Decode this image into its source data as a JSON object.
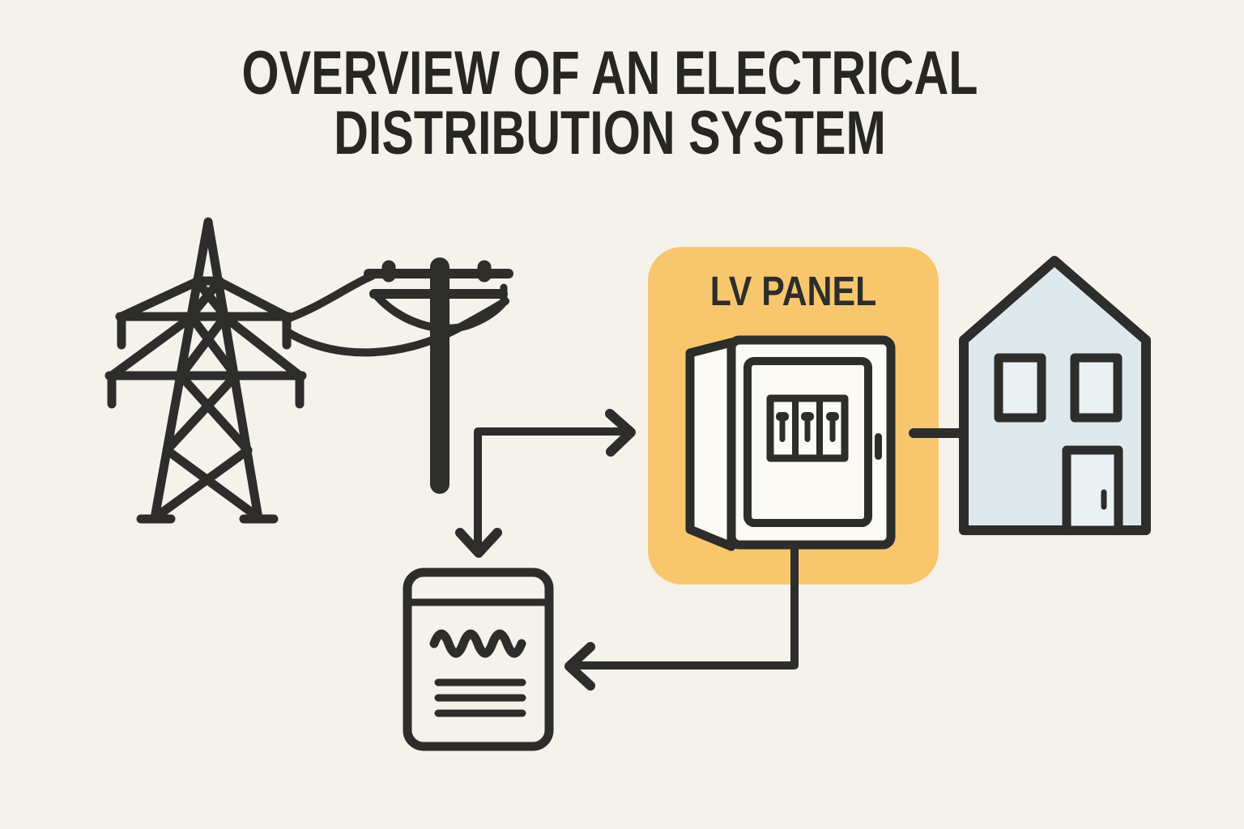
{
  "title": {
    "line1": "OVERVIEW OF AN ELECTRICAL",
    "line2": "DISTRIBUTION SYSTEM"
  },
  "lv_panel": {
    "label": "LV PANEL"
  },
  "diagram": {
    "nodes": [
      {
        "id": "transmission-tower",
        "type": "icon",
        "description": "high-voltage lattice transmission tower"
      },
      {
        "id": "utility-pole",
        "type": "icon",
        "description": "distribution utility pole with insulators and sagging wires"
      },
      {
        "id": "lv-panel",
        "type": "highlighted-box",
        "label": "LV PANEL",
        "description": "low-voltage switchboard cabinet with three breakers"
      },
      {
        "id": "house",
        "type": "icon",
        "description": "residential house with two windows and a door"
      },
      {
        "id": "meter-document",
        "type": "icon",
        "description": "document with waveform and text lines"
      }
    ],
    "connections": [
      {
        "from": "utility-pole",
        "to": "lv-panel",
        "style": "arrow",
        "direction": "right"
      },
      {
        "from": "utility-pole",
        "to": "meter-document",
        "style": "arrow",
        "direction": "down"
      },
      {
        "from": "lv-panel",
        "to": "house",
        "style": "plain-line",
        "direction": "right"
      },
      {
        "from": "lv-panel",
        "to": "meter-document",
        "style": "arrow",
        "direction": "left"
      }
    ]
  },
  "colors": {
    "background": "#f5f2ec",
    "stroke": "#2d2d2b",
    "highlight": "#f8c76d",
    "house_fill": "#dde9ec",
    "window_fill": "#e9f1f3",
    "cabinet_fill": "#fcfaf4",
    "title_color": "#262623"
  }
}
